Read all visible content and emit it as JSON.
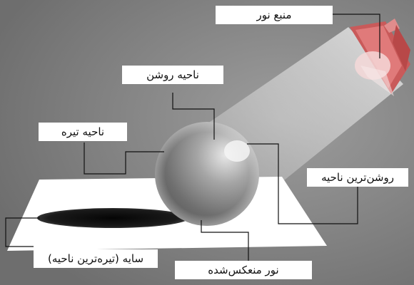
{
  "labels": {
    "light_source": "منبع نور",
    "highlight": "ناحیه روشن",
    "shade": "ناحیه تیره",
    "brightest": "روشن‌ترین ناحیه",
    "shadow": "سایه (تیره‌ترین ناحیه)",
    "reflected_light": "نور منعکس‌شده"
  },
  "colors": {
    "background": "#7b7b7b",
    "surface": "#ffffff",
    "lamp": "#c85a5a",
    "beam": "#d8d8d8",
    "sphere": "#8f8f8f",
    "shadow": "#1c1c1c",
    "leader_line": "#111111"
  }
}
